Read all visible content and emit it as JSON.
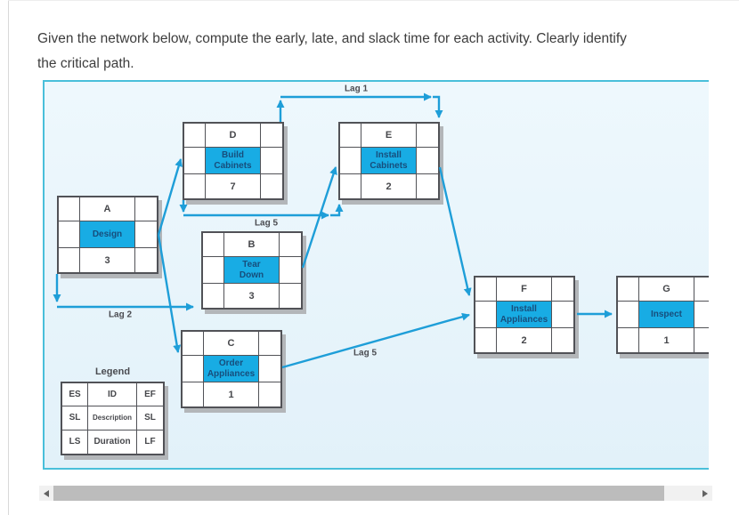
{
  "question": {
    "line1": "Given the network below, compute the early, late, and slack time for each activity. Clearly identify",
    "line2": "the critical path."
  },
  "diagram": {
    "nodes": {
      "A": {
        "id": "A",
        "description": "Design",
        "duration": "3"
      },
      "B": {
        "id": "B",
        "description": "Tear\nDown",
        "duration": "3"
      },
      "C": {
        "id": "C",
        "description": "Order\nAppliances",
        "duration": "1"
      },
      "D": {
        "id": "D",
        "description": "Build\nCabinets",
        "duration": "7"
      },
      "E": {
        "id": "E",
        "description": "Install\nCabinets",
        "duration": "2"
      },
      "F": {
        "id": "F",
        "description": "Install\nAppliances",
        "duration": "2"
      },
      "G": {
        "id": "G",
        "description": "Inspect",
        "duration": "1"
      }
    },
    "lag_labels": {
      "d_to_e_top": "Lag 1",
      "d_to_e_bottom": "Lag 5",
      "a_to_b": "Lag 2",
      "c_to_f": "Lag 5"
    },
    "legend": {
      "title": "Legend",
      "rows": [
        [
          "ES",
          "ID",
          "EF"
        ],
        [
          "SL",
          "Description",
          "SL"
        ],
        [
          "LS",
          "Duration",
          "LF"
        ]
      ]
    },
    "colors": {
      "activity_fill": "#18ace4",
      "activity_text": "#174e7c",
      "arrow": "#1e9ed8",
      "panel_background": "#e9f5fc",
      "panel_border": "#49bfda"
    }
  }
}
